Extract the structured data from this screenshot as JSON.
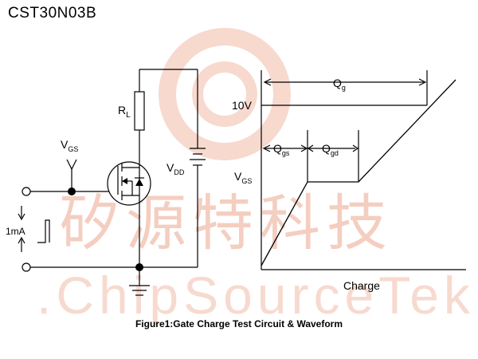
{
  "title": "CST30N03B",
  "caption": "Figure1:Gate Charge Test Circuit & Waveform",
  "watermark": {
    "chinese": "矽源特科技",
    "english": ".ChipSourceTek."
  },
  "circuit": {
    "rl_main": "R",
    "rl_sub": "L",
    "vgs_main": "V",
    "vgs_sub": "GS",
    "vdd_main": "V",
    "vdd_sub": "DD",
    "current_source": "1mA"
  },
  "waveform": {
    "qg_main": "Q",
    "qg_sub": "g",
    "qgs_main": "Q",
    "qgs_sub": "gs",
    "qgd_main": "Q",
    "qgd_sub": "gd",
    "voltage": "10V",
    "vgs_main": "V",
    "vgs_sub": "GS",
    "xlabel": "Charge"
  },
  "colors": {
    "line": "#000000",
    "watermark": "#f3c6b6"
  }
}
